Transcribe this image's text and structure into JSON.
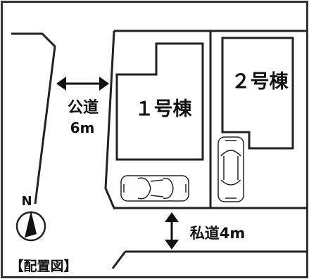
{
  "public_road": {
    "name": "公道",
    "width": "6m"
  },
  "buildings": [
    {
      "label": "１号棟"
    },
    {
      "label": "２号棟"
    }
  ],
  "private_road": {
    "label": "私道4m"
  },
  "compass": {
    "north_label": "N"
  },
  "legend": {
    "title": "【配置図】"
  },
  "colors": {
    "line": "#222222",
    "background": "#ffffff"
  }
}
